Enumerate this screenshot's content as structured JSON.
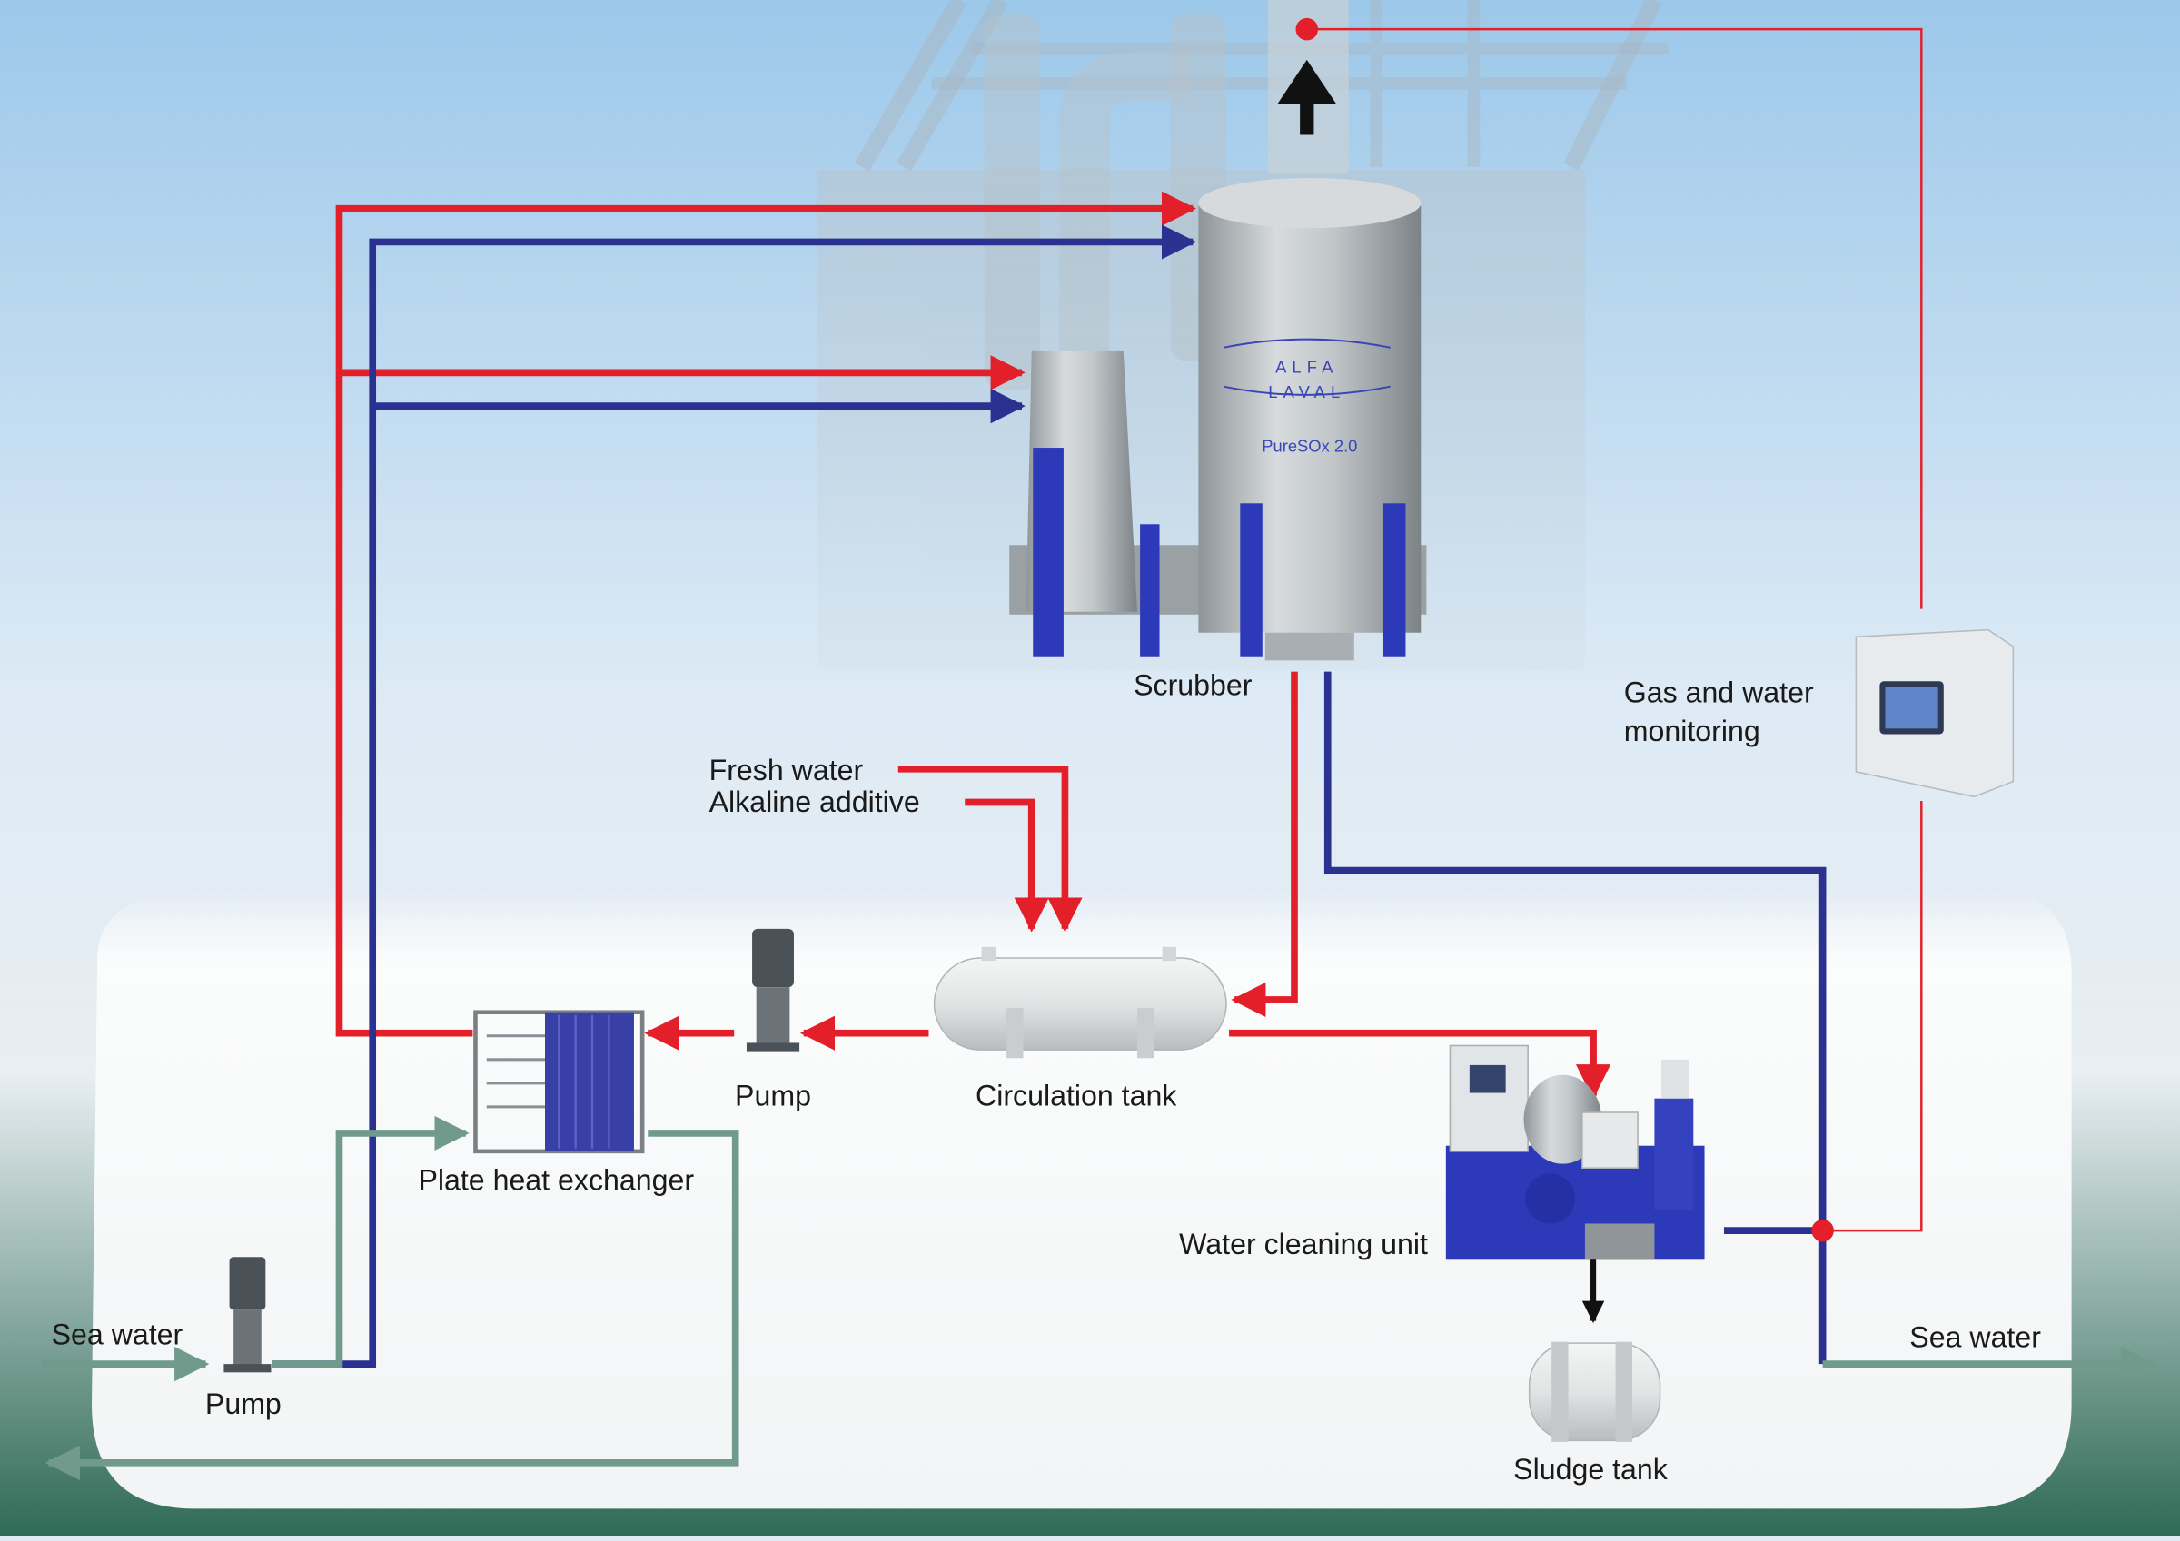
{
  "labels": {
    "scrubber": "Scrubber",
    "monitoring_line1": "Gas and water",
    "monitoring_line2": "monitoring",
    "fresh_water": "Fresh water",
    "alkaline_additive": "Alkaline additive",
    "circulation_tank": "Circulation tank",
    "pump_middle": "Pump",
    "plate_heat_exchanger": "Plate heat exchanger",
    "water_cleaning_unit": "Water cleaning unit",
    "sea_water_inlet": "Sea water",
    "pump_seawater": "Pump",
    "sea_water_outlet": "Sea water",
    "sludge_tank": "Sludge tank"
  },
  "scrubber_branding": {
    "logo_line1": "ALFA",
    "logo_line2": "LAVAL",
    "model": "PureSOx 2.0"
  },
  "colors": {
    "hot_circuit": "#e3202a",
    "cool_circuit": "#2a3190",
    "sea_water": "#6f9a8c",
    "signal": "#e3202a",
    "sky_top": "#9cc8ea",
    "hull": "#f5f7f8",
    "sea_green": "#2f6a55"
  }
}
